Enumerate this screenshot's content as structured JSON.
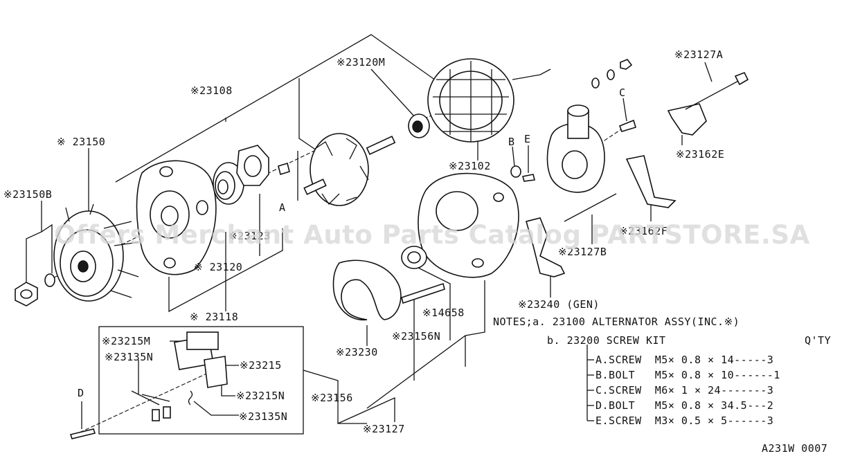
{
  "labels": {
    "p23120M": "※23120M",
    "p23108": "※23108",
    "p23150": "※ 23150",
    "p23150B": "※23150B",
    "p23102": "※23102",
    "p23127A": "※23127A",
    "p23162E": "※23162E",
    "pC": "C",
    "pB": "B",
    "pE": "E",
    "pA": "A",
    "p23123": "※23123",
    "p23162F": "※23162F",
    "p23127B": "※23127B",
    "p23120": "※ 23120",
    "p23118": "※ 23118",
    "p23240": "※23240 (GEN)",
    "p14658": "※14658",
    "p23156N": "※23156N",
    "p23230": "※23230",
    "p23156": "※23156",
    "p23127": "※23127",
    "p23215M": "※23215M",
    "p23135N": "※23135N",
    "p23215": "※23215",
    "p23215N": "※23215N",
    "p23135N2": "※23135N",
    "pD": "D"
  },
  "notes": {
    "line1": "NOTES;a. 23100 ALTERNATOR ASSY(INC.※)",
    "line2": "b. 23200 SCREW KIT",
    "qty_header": "Q'TY",
    "items": [
      "A.SCREW  M5× 0.8 × 14-----3",
      "B.BOLT   M5× 0.8 × 10------1",
      "C.SCREW  M6× 1 × 24-------3",
      "D.BOLT   M5× 0.8 × 34.5---2",
      "E.SCREW  M3× 0.5 × 5------3"
    ]
  },
  "diagram_code": "A231W 0007",
  "watermark": "Offers Merchant Auto Parts Catalog PARTSTORE.SA"
}
